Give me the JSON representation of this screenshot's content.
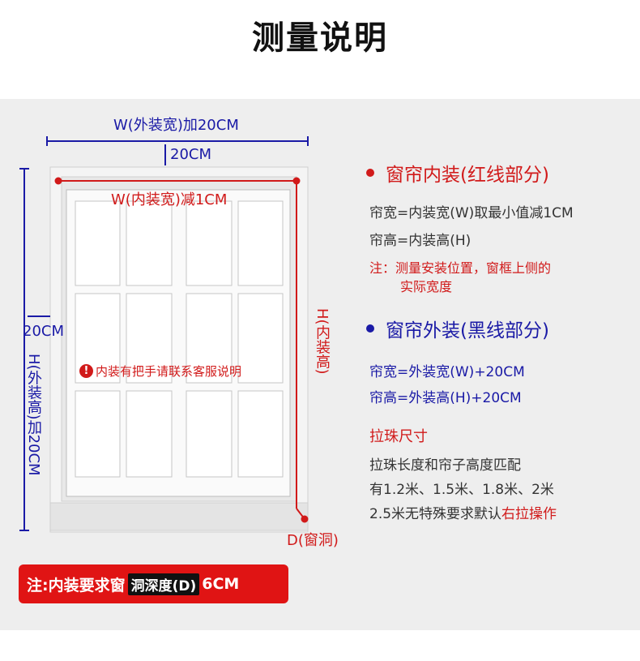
{
  "title": "测量说明",
  "diagram": {
    "w_outer": "W(外装宽)加20CM",
    "top_20": "20CM",
    "w_inner": "W(内装宽)减1CM",
    "left_20": "20CM",
    "h_outer": "H(外装高)加20CM",
    "h_inner": "H(内装高)",
    "d_label": "D(窗洞)",
    "inner_note": "内装有把手请联系客服说明",
    "excl_icon": "!"
  },
  "bottom_note": {
    "prefix": "注:内装要求窗",
    "highlight": "洞深度(D)",
    "suffix": "6CM"
  },
  "inner_section": {
    "heading": "窗帘内装(红线部分)",
    "color": "#d11a1a",
    "line1": "帘宽=内装宽(W)取最小值减1CM",
    "line2": "帘高=内装高(H)",
    "note1": "注：测量安装位置，窗框上侧的",
    "note2": "实际宽度"
  },
  "outer_section": {
    "heading": "窗帘外装(黑线部分)",
    "color": "#1a1aa6",
    "line1": "帘宽=外装宽(W)+20CM",
    "line2": "帘高=外装高(H)+20CM"
  },
  "pull_section": {
    "heading": "拉珠尺寸",
    "line1": "拉珠长度和帘子高度匹配",
    "line2": "有1.2米、1.5米、1.8米、2米",
    "line3_prefix": "2.5米无特殊要求默认",
    "line3_highlight": "右拉操作"
  }
}
